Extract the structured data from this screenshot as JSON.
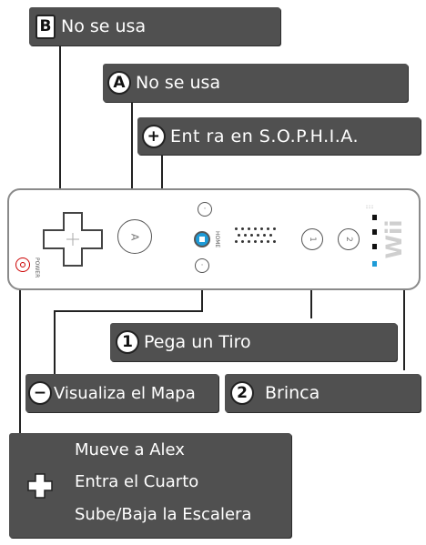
{
  "callouts": {
    "b": {
      "badge": "B",
      "text": "No se usa"
    },
    "a": {
      "badge": "A",
      "text": "No se usa"
    },
    "plus": {
      "badge": "+",
      "text": "Ent ra en S.O.P.H.I.A."
    },
    "one": {
      "badge": "1",
      "text": "Pega un Tiro"
    },
    "minus": {
      "badge": "−",
      "text": "Visualiza el Mapa"
    },
    "two": {
      "badge": "2",
      "text": "Brinca"
    },
    "dpad": {
      "lines": [
        "Mueve a Alex",
        "Entra el Cuarto",
        "Sube/Baja la Escalera"
      ]
    }
  },
  "remote": {
    "button_a": "A",
    "button_one": "1",
    "button_two": "2",
    "home_label": "HOME",
    "power_label": "POWER",
    "logo": "Wii"
  },
  "colors": {
    "callout_bg": "#505050",
    "callout_text": "#ffffff",
    "led_active": "#1e9bd7",
    "power_red": "#cc0000"
  },
  "icons": {
    "plus": "plus-circle-icon",
    "minus": "minus-circle-icon",
    "dpad": "dpad-cross-icon",
    "home": "home-icon",
    "power": "power-icon"
  }
}
